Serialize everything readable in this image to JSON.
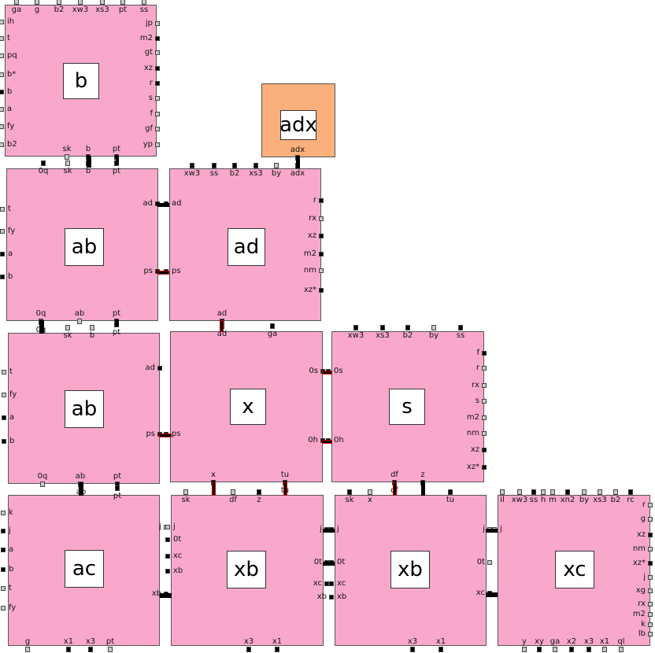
{
  "blocks": [
    {
      "id": "b",
      "title": "b",
      "color": "pink"
    },
    {
      "id": "adx",
      "title": "adx",
      "color": "orange"
    },
    {
      "id": "ab1",
      "title": "ab",
      "color": "pink"
    },
    {
      "id": "ad",
      "title": "ad",
      "color": "pink"
    },
    {
      "id": "ab2",
      "title": "ab",
      "color": "pink"
    },
    {
      "id": "x",
      "title": "x",
      "color": "pink"
    },
    {
      "id": "s",
      "title": "s",
      "color": "pink"
    },
    {
      "id": "ac",
      "title": "ac",
      "color": "pink"
    },
    {
      "id": "xb1",
      "title": "xb",
      "color": "pink"
    },
    {
      "id": "xb2",
      "title": "xb",
      "color": "pink"
    },
    {
      "id": "xc",
      "title": "xc",
      "color": "pink"
    }
  ],
  "ports": {
    "b": {
      "top": [
        "ga",
        "g",
        "b2",
        "xw3",
        "xs3",
        "pt",
        "ss"
      ],
      "left": [
        "ih",
        "t",
        "pq",
        "b*",
        "b",
        "a",
        "fy",
        "b2"
      ],
      "right": [
        "jp",
        "m2",
        "gt",
        "xz",
        "r",
        "s",
        "f",
        "gf",
        "yp"
      ],
      "bottom": [
        "sk",
        "b",
        "pt"
      ]
    },
    "adx": {
      "bottom": [
        "adx"
      ]
    },
    "ab1": {
      "top": [
        "0q",
        "sk",
        "b",
        "pt"
      ],
      "left": [
        "t",
        "fy",
        "a",
        "b"
      ],
      "right": [
        "ad",
        "ps"
      ],
      "bottom": [
        "0q",
        "ab",
        "pt"
      ]
    },
    "ad": {
      "top": [
        "xw3",
        "ss",
        "b2",
        "xs3",
        "by",
        "adx"
      ],
      "left": [
        "ad",
        "ps"
      ],
      "right": [
        "r",
        "rx",
        "xz",
        "m2",
        "nm",
        "xz*"
      ],
      "bottom": [
        "ad"
      ]
    },
    "ab2": {
      "top": [
        "0q",
        "sk",
        "b",
        "pt"
      ],
      "left": [
        "t",
        "fy",
        "a",
        "b"
      ],
      "right": [
        "ad",
        "ps"
      ],
      "bottom": [
        "0q",
        "ab",
        "pt"
      ]
    },
    "x": {
      "top": [
        "ad",
        "ga"
      ],
      "left": [
        "ps"
      ],
      "right": [
        "0s",
        "0h"
      ],
      "bottom": [
        "x",
        "tu"
      ]
    },
    "s": {
      "top": [
        "xw3",
        "xs3",
        "b2",
        "by",
        "ss"
      ],
      "left": [
        "0s",
        "0h"
      ],
      "right": [
        "f",
        "r",
        "rx",
        "s",
        "m2",
        "nm",
        "xz",
        "xz*"
      ],
      "bottom": [
        "df",
        "z"
      ]
    },
    "ac": {
      "top": [
        "ab",
        "pt"
      ],
      "left": [
        "k",
        "j",
        "a",
        "b",
        "t",
        "fy"
      ],
      "right": [
        "j",
        "xb"
      ],
      "bottom": [
        "g",
        "x1",
        "x3",
        "pt"
      ]
    },
    "xb1": {
      "top": [
        "sk",
        "x",
        "df",
        "z",
        "tu"
      ],
      "left": [
        "j",
        "0t",
        "xc",
        "xb"
      ],
      "right": [
        "j",
        "0t",
        "xc",
        "xb"
      ],
      "bottom": [
        "x3",
        "x1"
      ]
    },
    "xb2": {
      "top": [
        "sk",
        "x",
        "df",
        "z",
        "tu"
      ],
      "left": [
        "j",
        "0t",
        "xc",
        "xb"
      ],
      "right": [
        "j",
        "0t",
        "xc"
      ],
      "bottom": [
        "x3",
        "x1"
      ]
    },
    "xc": {
      "top": [
        "il",
        "xw3",
        "ss",
        "h",
        "m",
        "xn2",
        "by",
        "xs3",
        "b2",
        "rc"
      ],
      "left": [
        "j"
      ],
      "right": [
        "r",
        "g",
        "xz",
        "nm",
        "xz*",
        "j",
        "xg",
        "rx",
        "m2",
        "k",
        "lb"
      ],
      "bottom": [
        "y",
        "xy",
        "ga",
        "x2",
        "x3",
        "x1",
        "ql"
      ]
    }
  }
}
